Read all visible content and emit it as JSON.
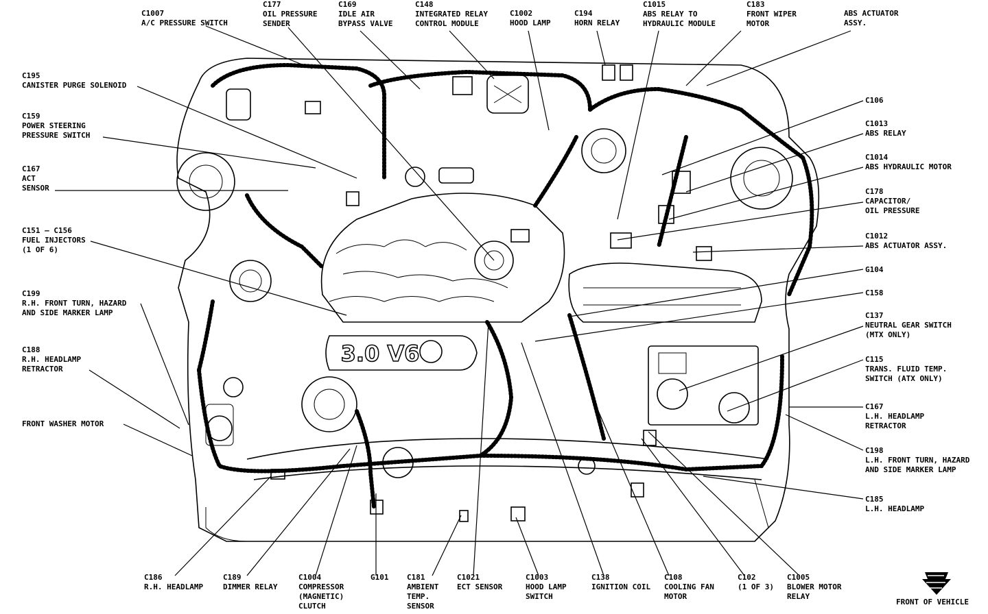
{
  "labels": [
    {
      "id": "c1007",
      "code": "C1007",
      "desc": "A/C PRESSURE SWITCH"
    },
    {
      "id": "c177",
      "code": "C177",
      "desc": "OIL PRESSURE\nSENDER"
    },
    {
      "id": "c169",
      "code": "C169",
      "desc": "IDLE AIR\nBYPASS VALVE"
    },
    {
      "id": "c148",
      "code": "C148",
      "desc": "INTEGRATED RELAY\nCONTROL MODULE"
    },
    {
      "id": "c1002",
      "code": "C1002",
      "desc": "HOOD LAMP"
    },
    {
      "id": "c194",
      "code": "C194",
      "desc": "HORN RELAY"
    },
    {
      "id": "c1015",
      "code": "C1015",
      "desc": "ABS RELAY TO\nHYDRAULIC MODULE"
    },
    {
      "id": "c183",
      "code": "C183",
      "desc": "FRONT WIPER\nMOTOR"
    },
    {
      "id": "abs-actuator-top",
      "code": "",
      "desc": "ABS ACTUATOR\nASSY."
    },
    {
      "id": "c195",
      "code": "C195",
      "desc": "CANISTER PURGE SOLENOID"
    },
    {
      "id": "c159",
      "code": "C159",
      "desc": "POWER STEERING\nPRESSURE SWITCH"
    },
    {
      "id": "c167a",
      "code": "C167",
      "desc": "ACT\nSENSOR"
    },
    {
      "id": "c151",
      "code": "C151 — C156",
      "desc": "FUEL INJECTORS\n(1 OF 6)"
    },
    {
      "id": "c199",
      "code": "C199",
      "desc": "R.H. FRONT TURN, HAZARD\nAND SIDE MARKER LAMP"
    },
    {
      "id": "c188",
      "code": "C188",
      "desc": "R.H. HEADLAMP\nRETRACTOR"
    },
    {
      "id": "washer",
      "code": "",
      "desc": "FRONT WASHER MOTOR"
    },
    {
      "id": "c106",
      "code": "C106",
      "desc": ""
    },
    {
      "id": "c1013",
      "code": "C1013",
      "desc": "ABS RELAY"
    },
    {
      "id": "c1014",
      "code": "C1014",
      "desc": "ABS HYDRAULIC MOTOR"
    },
    {
      "id": "c178",
      "code": "C178",
      "desc": "CAPACITOR/\nOIL PRESSURE"
    },
    {
      "id": "c1012",
      "code": "C1012",
      "desc": "ABS ACTUATOR ASSY."
    },
    {
      "id": "g104",
      "code": "G104",
      "desc": ""
    },
    {
      "id": "c158",
      "code": "C158",
      "desc": ""
    },
    {
      "id": "c137",
      "code": "C137",
      "desc": "NEUTRAL GEAR SWITCH\n(MTX ONLY)"
    },
    {
      "id": "c115",
      "code": "C115",
      "desc": "TRANS. FLUID TEMP.\nSWITCH (ATX ONLY)"
    },
    {
      "id": "c167b",
      "code": "C167",
      "desc": "L.H. HEADLAMP\nRETRACTOR"
    },
    {
      "id": "c198",
      "code": "C198",
      "desc": "L.H. FRONT TURN, HAZARD\nAND SIDE MARKER LAMP"
    },
    {
      "id": "c185",
      "code": "C185",
      "desc": "L.H. HEADLAMP"
    },
    {
      "id": "c186",
      "code": "C186",
      "desc": "R.H. HEADLAMP"
    },
    {
      "id": "c189",
      "code": "C189",
      "desc": "DIMMER RELAY"
    },
    {
      "id": "c1004",
      "code": "C1004",
      "desc": "COMPRESSOR\n(MAGNETIC)\nCLUTCH"
    },
    {
      "id": "g101",
      "code": "G101",
      "desc": ""
    },
    {
      "id": "c181",
      "code": "C181",
      "desc": "AMBIENT\nTEMP.\nSENSOR"
    },
    {
      "id": "c1021",
      "code": "C1021",
      "desc": "ECT SENSOR"
    },
    {
      "id": "c1003",
      "code": "C1003",
      "desc": "HOOD LAMP\nSWITCH"
    },
    {
      "id": "c138",
      "code": "C138",
      "desc": "IGNITION COIL"
    },
    {
      "id": "c108",
      "code": "C108",
      "desc": "COOLING FAN\nMOTOR"
    },
    {
      "id": "c102",
      "code": "C102",
      "desc": "(1 OF 3)"
    },
    {
      "id": "c1005",
      "code": "C1005",
      "desc": "BLOWER MOTOR\nRELAY"
    }
  ],
  "engine_badge": "3.0 V6",
  "front_of_vehicle": "FRONT OF VEHICLE"
}
